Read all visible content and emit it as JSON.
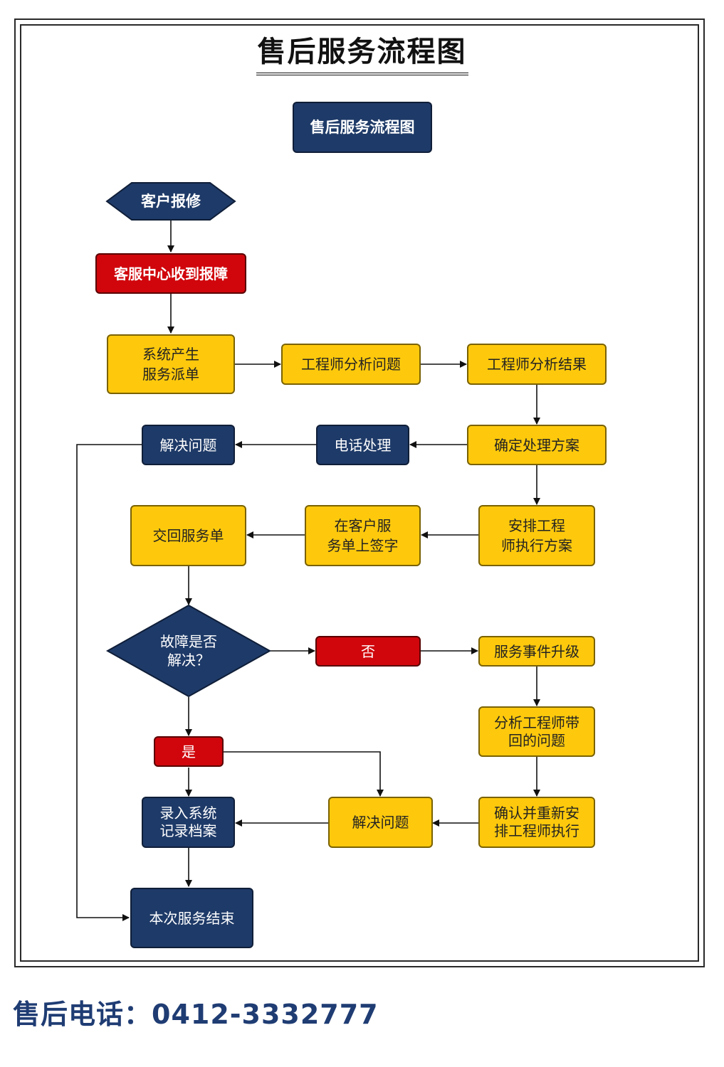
{
  "title": "售后服务流程图",
  "header_box": "售后服务流程图",
  "nodes": {
    "report": "客户报修",
    "receive": "客服中心收到报障",
    "dispatch": "系统产生\n服务派单",
    "analyze": "工程师分析问题",
    "result": "工程师分析结果",
    "plan": "确定处理方案",
    "phone": "电话处理",
    "solve_top": "解决问题",
    "arrange": "安排工程\n师执行方案",
    "sign": "在客户服\n务单上签字",
    "return": "交回服务单",
    "decision": "故障是否\n解决？",
    "no": "否",
    "escalate": "服务事件升级",
    "analyze_back": "分析工程师带\n回的问题",
    "yes": "是",
    "confirm": "确认并重新安\n排工程师执行",
    "solve_bottom": "解决问题",
    "record": "录入系统\n记录档案",
    "end": "本次服务结束"
  },
  "footer": "售后电话：0412-3332777",
  "colors": {
    "yellow": "#fec90c",
    "navy": "#1e3a68",
    "red": "#d0060c",
    "footer_text": "#1f3c73"
  }
}
